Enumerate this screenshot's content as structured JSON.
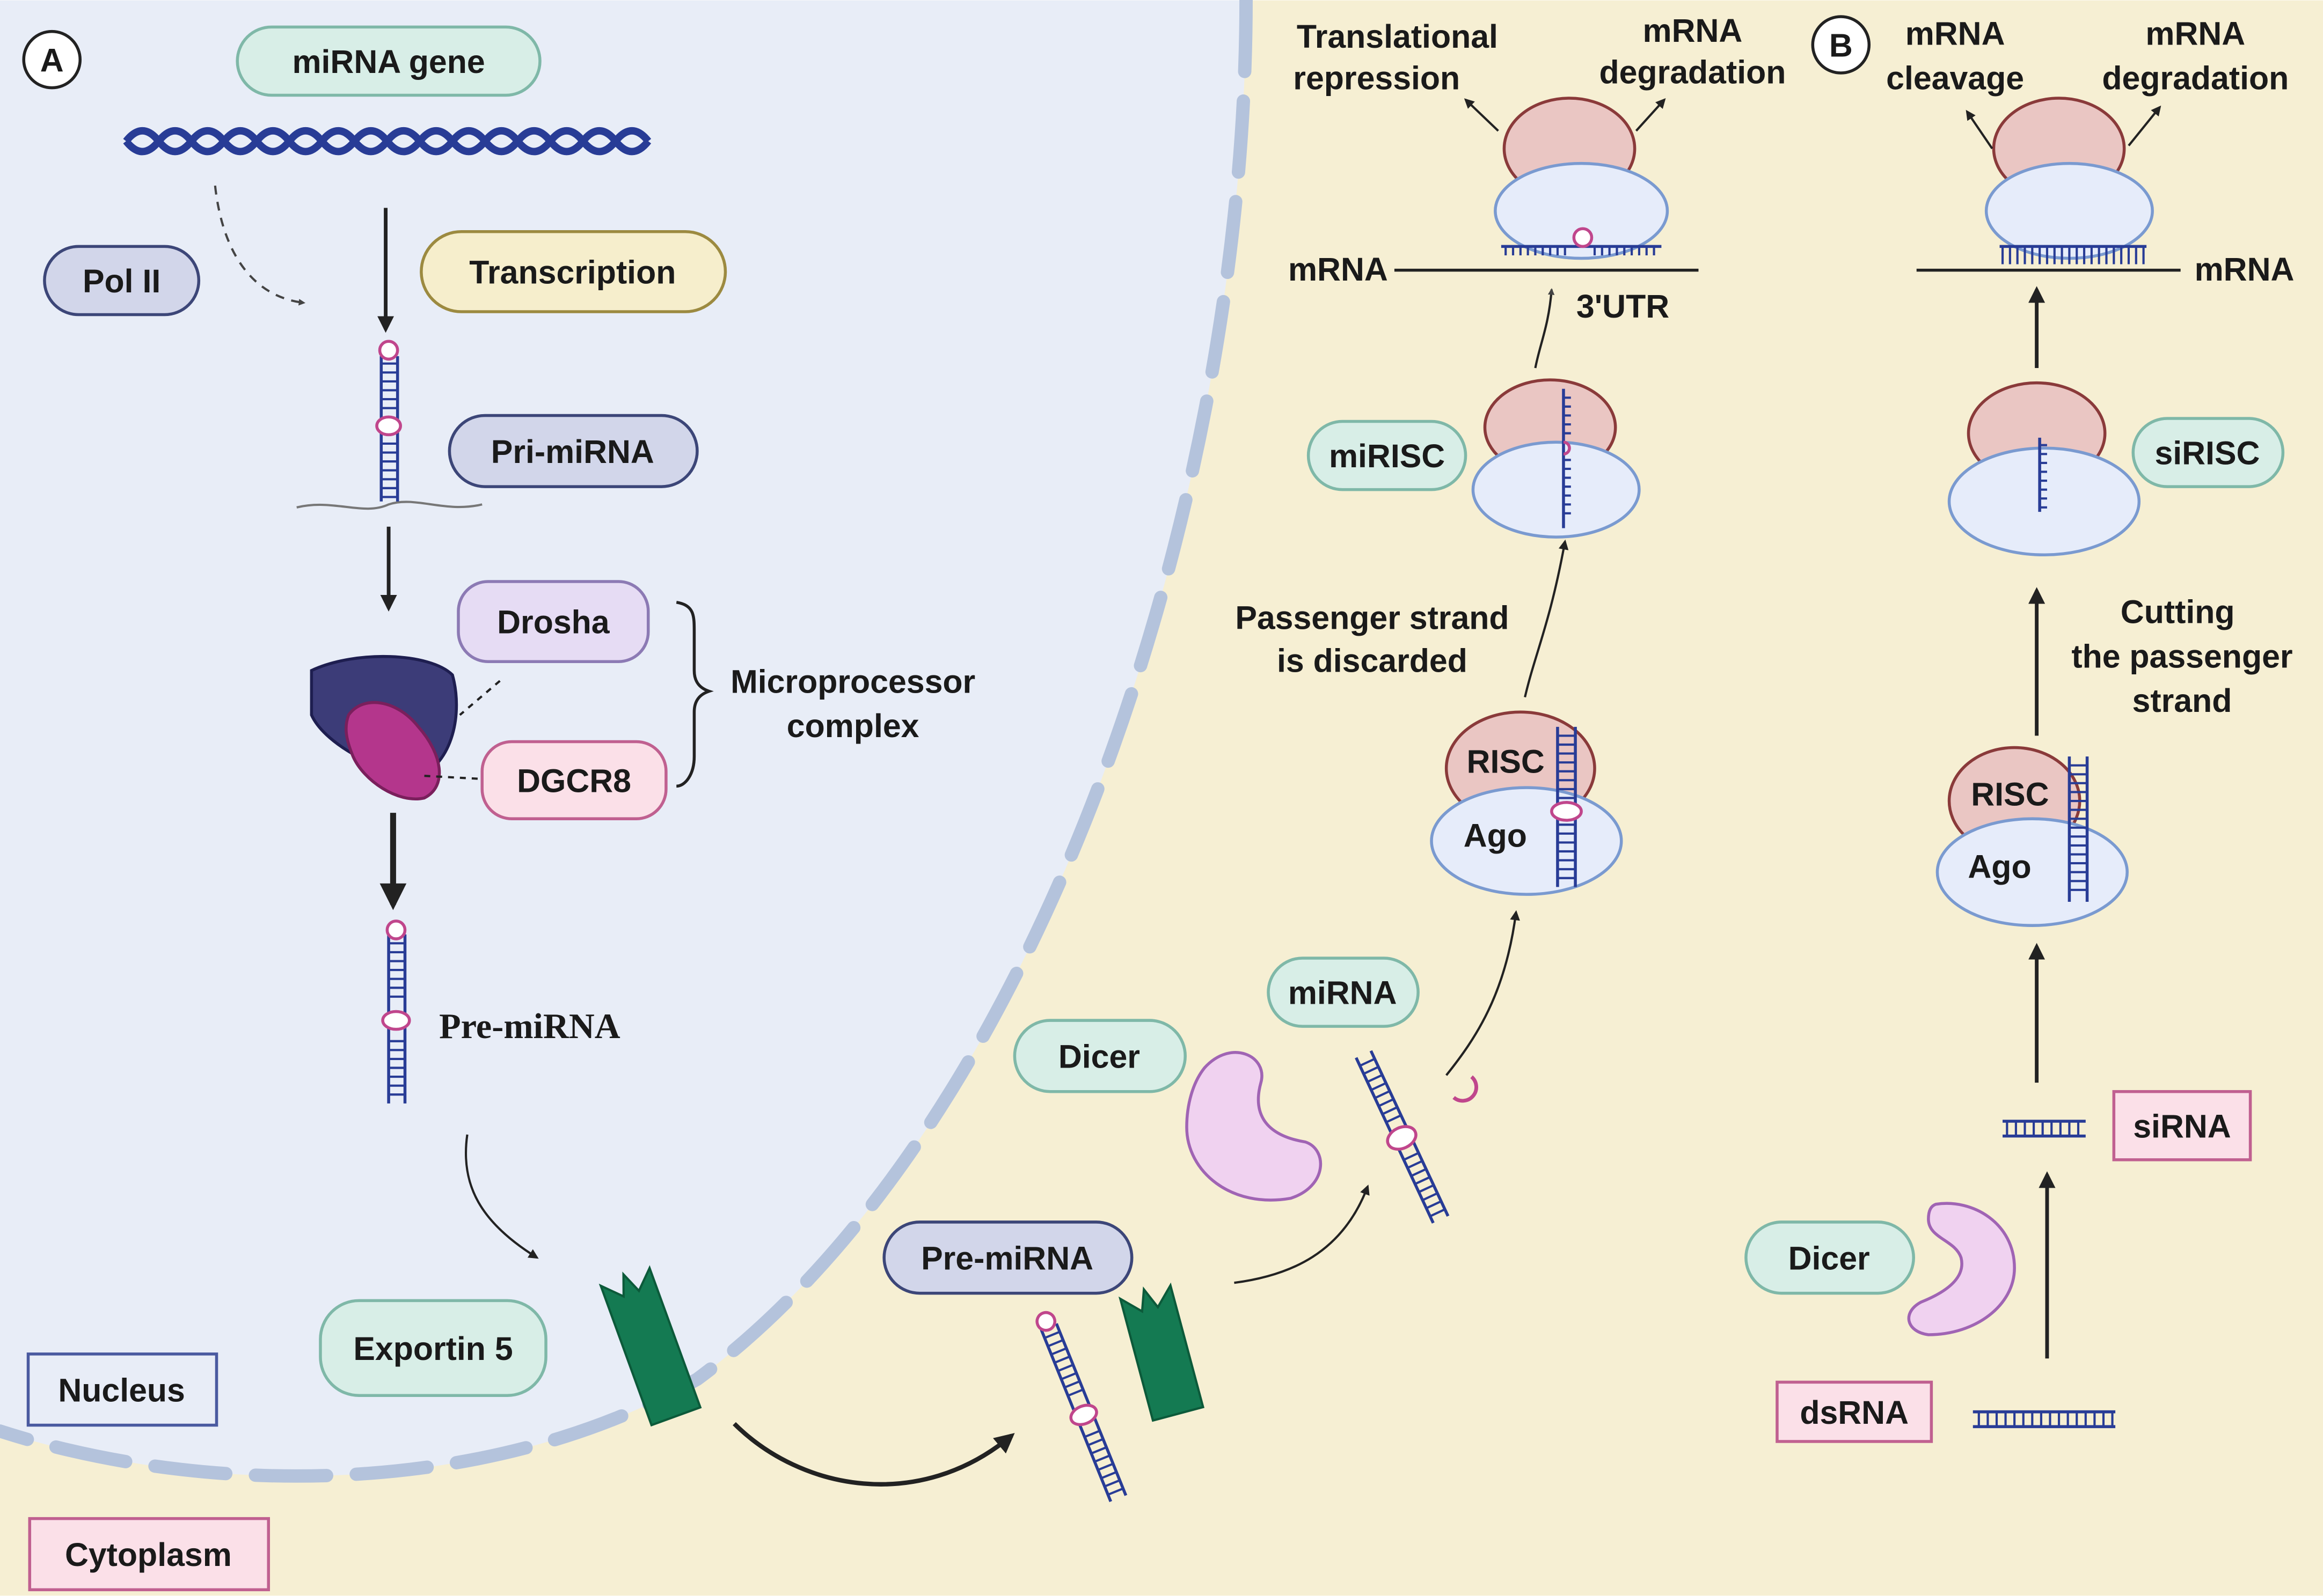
{
  "panels": {
    "a": "A",
    "b": "B"
  },
  "compartments": {
    "nucleus": "Nucleus",
    "cytoplasm": "Cytoplasm"
  },
  "labels": {
    "mirna_gene": "miRNA gene",
    "pol2": "Pol II",
    "transcription": "Transcription",
    "pri_mirna": "Pri-miRNA",
    "drosha": "Drosha",
    "dgcr8": "DGCR8",
    "microprocessor_1": "Microprocessor",
    "microprocessor_2": "complex",
    "pre_mirna_nucleus": "Pre-miRNA",
    "exportin5": "Exportin 5",
    "pre_mirna_cyto": "Pre-miRNA",
    "dicer_a": "Dicer",
    "mirna": "miRNA",
    "risc_a": "RISC",
    "ago_a": "Ago",
    "passenger_1": "Passenger strand",
    "passenger_2": "is discarded",
    "mirisc": "miRISC",
    "mrna_a": "mRNA",
    "utr": "3'UTR",
    "transl_1": "Translational",
    "transl_2": "repression",
    "degr_a_1": "mRNA",
    "degr_a_2": "degradation",
    "cleave_1": "mRNA",
    "cleave_2": "cleavage",
    "degr_b_1": "mRNA",
    "degr_b_2": "degradation",
    "mrna_b": "mRNA",
    "sirisc": "siRISC",
    "cutting_1": "Cutting",
    "cutting_2": "the passenger",
    "cutting_3": "strand",
    "risc_b": "RISC",
    "ago_b": "Ago",
    "sirna": "siRNA",
    "dicer_b": "Dicer",
    "dsrna": "dsRNA"
  },
  "colors": {
    "nucleus_fill": "#e8edf7",
    "cytoplasm_fill": "#f6efd3",
    "membrane": "#b4c3dc",
    "rna_strand": "#283c96",
    "loop": "#c0468c",
    "exportin": "#147a52",
    "drosha_protein": "#3c3c78",
    "dgcr8_protein": "#b4368c",
    "dicer_protein": "#f0d2f0",
    "risc_top": "#eac6c3",
    "risc_bottom": "#e6ecfa",
    "teal_pill": "#d8eee7",
    "navy_pill": "#d2d6ea",
    "gold_pill": "#f6eecc",
    "lilac_pill": "#e6dcf4",
    "pink_pill": "#fbe0e8"
  },
  "icons": {
    "dna": "dna-helix-icon",
    "exportin": "exportin-channel-icon",
    "dicer": "dicer-protein-icon",
    "risc": "risc-complex-icon"
  }
}
